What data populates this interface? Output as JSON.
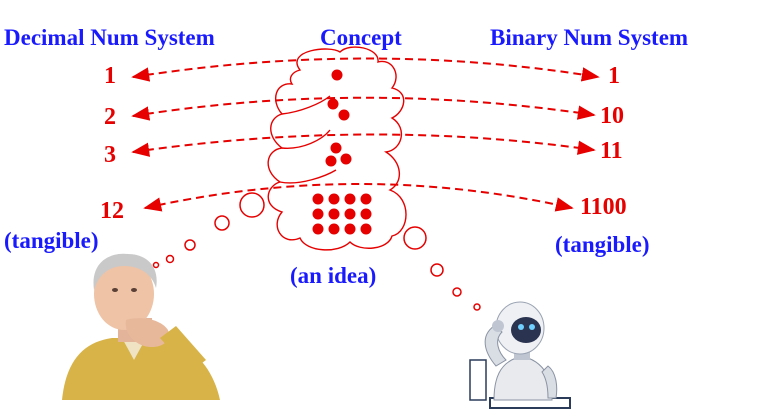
{
  "headers": {
    "decimal": "Decimal Num System",
    "concept": "Concept",
    "binary": "Binary Num System"
  },
  "decimal_values": [
    "1",
    "2",
    "3",
    "12"
  ],
  "binary_values": [
    "1",
    "10",
    "11",
    "1100"
  ],
  "concept_dot_counts": [
    1,
    2,
    3,
    12
  ],
  "labels": {
    "decimal_tangible": "(tangible)",
    "idea": "(an idea)",
    "binary_tangible": "(tangible)"
  },
  "figures": {
    "human": "thinking-man-image",
    "robot": "thinking-robot-image"
  },
  "colors": {
    "header": "#1a1aff",
    "numbers": "#e60000",
    "arrows": "#e60000"
  }
}
